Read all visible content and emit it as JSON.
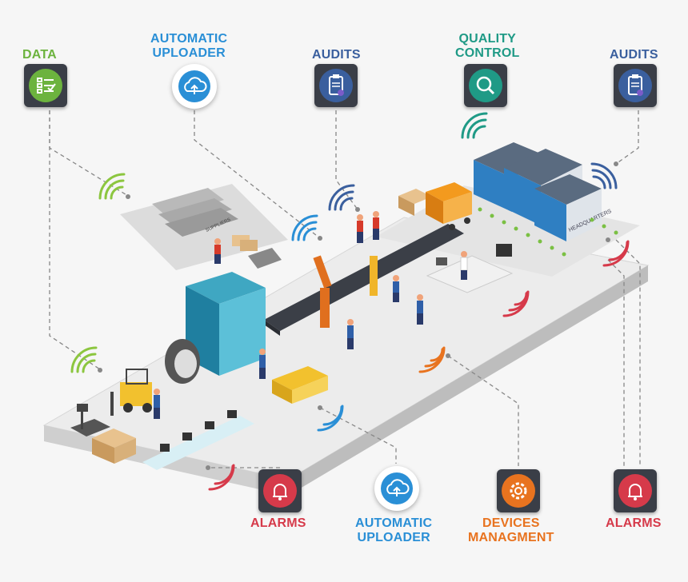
{
  "colors": {
    "data": "#6cb33e",
    "uploader": "#2a8fd6",
    "audits": "#3a5f9e",
    "quality": "#1f9a86",
    "alarms": "#d63a4a",
    "devices": "#e8731f",
    "platform": "#ececec",
    "tile_bg": "#3a3e47"
  },
  "nodes": {
    "data": {
      "label": "DATA",
      "icon": "checklist-icon"
    },
    "uploader_top": {
      "line1": "AUTOMATIC",
      "line2": "UPLOADER",
      "icon": "cloud-upload-icon"
    },
    "audits_1": {
      "label": "AUDITS",
      "icon": "clipboard-icon"
    },
    "quality": {
      "line1": "QUALITY",
      "line2": "CONTROL",
      "icon": "magnifier-icon"
    },
    "audits_2": {
      "label": "AUDITS",
      "icon": "clipboard-icon"
    },
    "alarms_1": {
      "label": "ALARMS",
      "icon": "bell-icon"
    },
    "uploader_bottom": {
      "line1": "AUTOMATIC",
      "line2": "UPLOADER",
      "icon": "cloud-upload-icon"
    },
    "devices": {
      "line1": "DEVICES",
      "line2": "MANAGMENT",
      "icon": "gear-icon"
    },
    "alarms_2": {
      "label": "ALARMS",
      "icon": "bell-icon"
    }
  },
  "scene": {
    "headquarters_sign": "HEADQUARTERS",
    "suppliers_sign": "SUPPLIERS"
  }
}
